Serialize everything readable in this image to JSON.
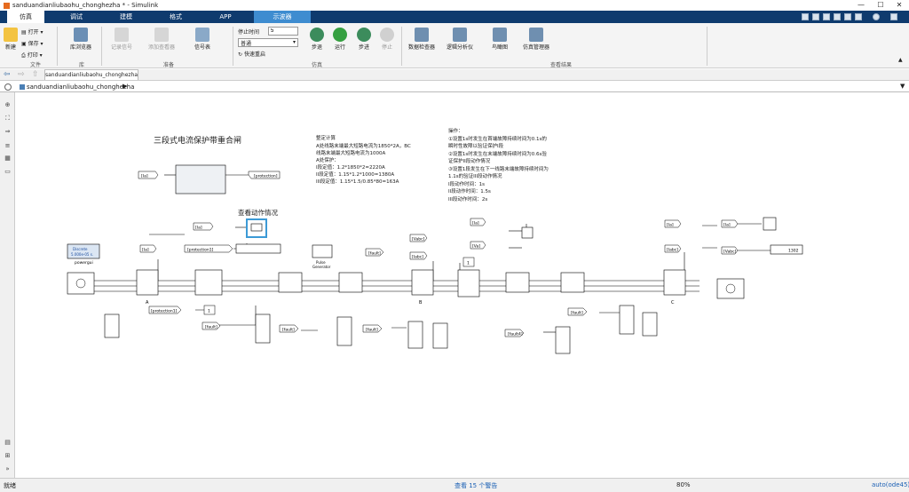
{
  "window": {
    "title": "sanduandianliubaohu_chonghezha * - Simulink",
    "minimize": "—",
    "maximize": "☐",
    "close": "✕"
  },
  "tabs": [
    {
      "label": "仿真"
    },
    {
      "label": "调试"
    },
    {
      "label": "建模"
    },
    {
      "label": "格式"
    },
    {
      "label": "APP"
    },
    {
      "label": "示波器"
    }
  ],
  "ribbon": {
    "file": {
      "new": "新建",
      "open": "打开",
      "save": "保存",
      "print": "打印",
      "group": "文件"
    },
    "library": {
      "browser": "库浏览器",
      "group": "库"
    },
    "prepare": {
      "signal_sel": "记录信号",
      "add_viewer": "添加查看器",
      "signal_table": "信号表",
      "group": "准备"
    },
    "simulate": {
      "stop_time_label": "停止时间",
      "stop_time_value": "5",
      "mode_value": "普通",
      "fast_restart": "快速重启",
      "step_back": "步退",
      "run": "运行",
      "step_forward": "步进",
      "stop": "停止",
      "group": "仿真"
    },
    "review": {
      "data_inspector": "数据检查器",
      "logic_analyzer": "逻辑分析仪",
      "bird_view": "鸟瞰图",
      "sim_manager": "仿真管理器",
      "group": "查看结果"
    }
  },
  "nav": {
    "model_tab": "sanduandianliubaohu_chonghezha"
  },
  "address": {
    "path": "sanduandianliubaohu_chonghezha"
  },
  "status": {
    "left": "就绪",
    "center": "查看 15 个警告",
    "zoom": "80%",
    "solver": "auto(ode45)"
  },
  "diagram": {
    "title": "三段式电流保护带重合闸",
    "view_action": "查看动作情况",
    "setting_calc": [
      "整定计算",
      "A处线路末端最大短路电流为1850*2A，BC",
      "线路末端最大短路电流为1000A",
      "A处保护：",
      "I段定值：1.2*1850*2=2220A",
      "II段定值：1.15*1.2*1000=1380A",
      "III段定值：1.15*1.5/0.85*80=163A"
    ],
    "operation": [
      "操作：",
      "①设置1s时发生在首端故障持续时间为0.1s的",
      "瞬时性故障以验证保护I段",
      "②设置1s时发生在末端故障持续时间为0.6s验",
      "证保护II段动作情况",
      "③设置1段发生在下一线路末端故障持续时间为",
      "1.1s的验证III段动作情况",
      "I段动作时间：1s",
      "II段动作时间：1.5s",
      "III段动作时间：2s"
    ],
    "labels": {
      "discrete": "Discrete",
      "discrete_ts": "5.000e-05 s.",
      "powergui": "powergui",
      "ia": "[Ia]",
      "iabc": "[Iabc]",
      "protection": "[protection]",
      "protection1": "[protection1]",
      "fault": "[fault]",
      "fault1": "[fault1]",
      "fault2": "[fault2]",
      "fault3": "[fault3]",
      "fault4": "[fault4]",
      "vabc": "[Vabc]",
      "iabc2": "[Iabc]",
      "va": "[Va]",
      "ia_b": "[Ia]",
      "one": "1",
      "pulse_gen": "Pulse\nGenerator",
      "display_val": "1302",
      "node_a": "A",
      "node_b": "B",
      "node_c": "C"
    }
  }
}
